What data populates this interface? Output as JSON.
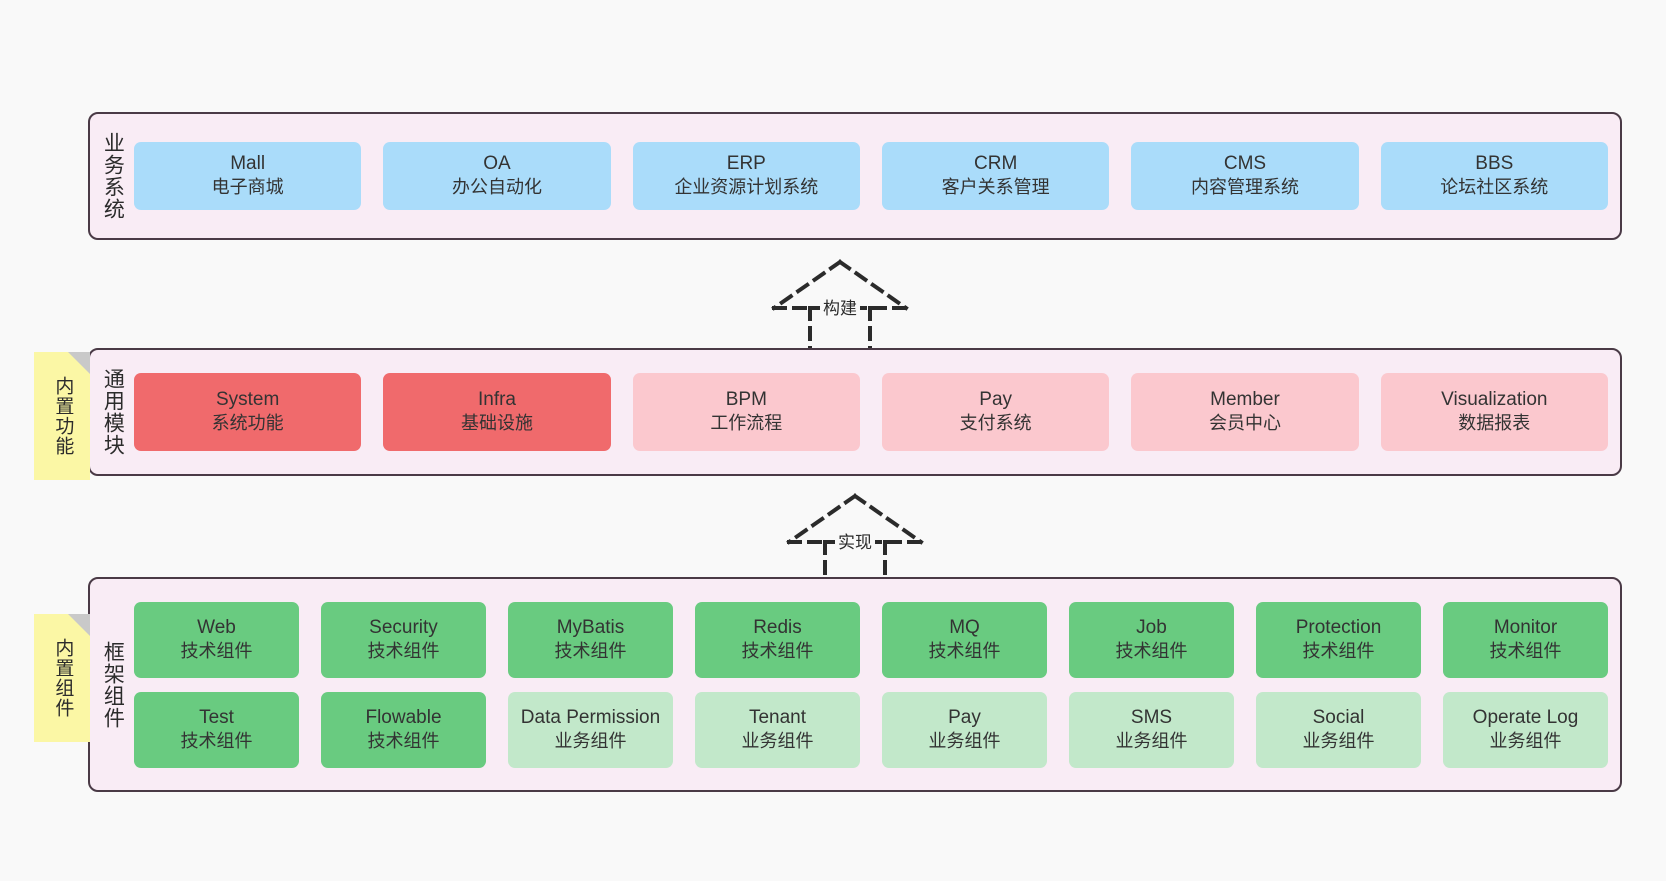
{
  "diagram": {
    "background_color": "#f9f9f9",
    "panel_color": "#f9ecf5",
    "panel_border_color": "#4a3a46",
    "note_color": "#fbf7a5"
  },
  "notes": [
    {
      "label": "内置功能",
      "name": "builtin-functions"
    },
    {
      "label": "内置组件",
      "name": "builtin-components"
    }
  ],
  "connectors": [
    {
      "label": "构建",
      "name": "build"
    },
    {
      "label": "实现",
      "name": "implement"
    }
  ],
  "layers": [
    {
      "id": "business",
      "title": "业务系统",
      "card_color": "#aadcfa",
      "rows": [
        [
          {
            "en": "Mall",
            "cn": "电子商城",
            "color": "blue"
          },
          {
            "en": "OA",
            "cn": "办公自动化",
            "color": "blue"
          },
          {
            "en": "ERP",
            "cn": "企业资源计划系统",
            "color": "blue"
          },
          {
            "en": "CRM",
            "cn": "客户关系管理",
            "color": "blue"
          },
          {
            "en": "CMS",
            "cn": "内容管理系统",
            "color": "blue"
          },
          {
            "en": "BBS",
            "cn": "论坛社区系统",
            "color": "blue"
          }
        ]
      ]
    },
    {
      "id": "modules",
      "title": "通用模块",
      "card_color": "#fbc8ce",
      "rows": [
        [
          {
            "en": "System",
            "cn": "系统功能",
            "color": "red"
          },
          {
            "en": "Infra",
            "cn": "基础设施",
            "color": "red"
          },
          {
            "en": "BPM",
            "cn": "工作流程",
            "color": "pink"
          },
          {
            "en": "Pay",
            "cn": "支付系统",
            "color": "pink"
          },
          {
            "en": "Member",
            "cn": "会员中心",
            "color": "pink"
          },
          {
            "en": "Visualization",
            "cn": "数据报表",
            "color": "pink"
          }
        ]
      ]
    },
    {
      "id": "framework",
      "title": "框架组件",
      "card_color": "#69cb80",
      "rows": [
        [
          {
            "en": "Web",
            "cn": "技术组件",
            "color": "green"
          },
          {
            "en": "Security",
            "cn": "技术组件",
            "color": "green"
          },
          {
            "en": "MyBatis",
            "cn": "技术组件",
            "color": "green"
          },
          {
            "en": "Redis",
            "cn": "技术组件",
            "color": "green"
          },
          {
            "en": "MQ",
            "cn": "技术组件",
            "color": "green"
          },
          {
            "en": "Job",
            "cn": "技术组件",
            "color": "green"
          },
          {
            "en": "Protection",
            "cn": "技术组件",
            "color": "green"
          },
          {
            "en": "Monitor",
            "cn": "技术组件",
            "color": "green"
          }
        ],
        [
          {
            "en": "Test",
            "cn": "技术组件",
            "color": "green"
          },
          {
            "en": "Flowable",
            "cn": "技术组件",
            "color": "green"
          },
          {
            "en": "Data Permission",
            "cn": "业务组件",
            "color": "lightgreen"
          },
          {
            "en": "Tenant",
            "cn": "业务组件",
            "color": "lightgreen"
          },
          {
            "en": "Pay",
            "cn": "业务组件",
            "color": "lightgreen"
          },
          {
            "en": "SMS",
            "cn": "业务组件",
            "color": "lightgreen"
          },
          {
            "en": "Social",
            "cn": "业务组件",
            "color": "lightgreen"
          },
          {
            "en": "Operate Log",
            "cn": "业务组件",
            "color": "lightgreen"
          }
        ]
      ]
    }
  ]
}
